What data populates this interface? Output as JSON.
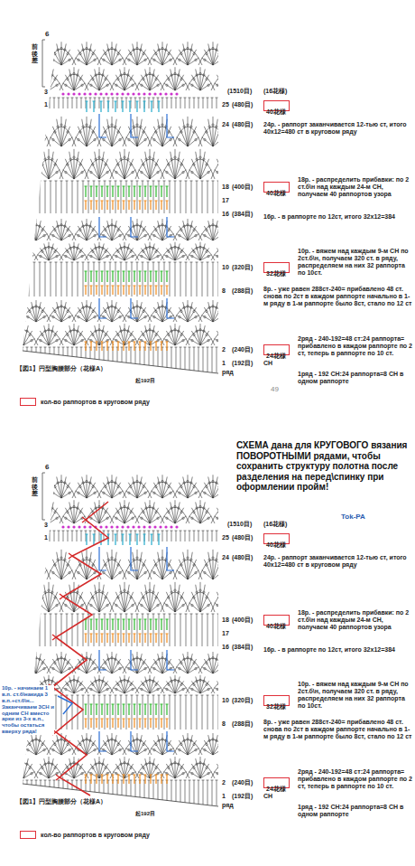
{
  "diagram": {
    "nodes": [
      {
        "text": [
          "40花様"
        ]
      },
      {
        "text": [
          "40花様"
        ]
      },
      {
        "text": [
          "32花様"
        ]
      },
      {
        "text": [
          "24花様"
        ]
      },
      {
        "text": [
          "40花様"
        ]
      },
      {
        "text": [
          "40花様"
        ]
      },
      {
        "text": [
          "32花様"
        ]
      },
      {
        "text": [
          "24花様"
        ]
      }
    ],
    "labels": [
      "6",
      "前後差",
      "3",
      "1",
      "(1510目)",
      "(16花様)",
      "25",
      "(480目)",
      "24",
      "(480目)",
      "24р. - раппорт заканчивается 12-тью ст, итого 40х12=480 ст в круговом ряду",
      "18",
      "(400目)",
      "18р. - распределить прибавки: по 2 ст.б\\н над каждым 24-м СН, получаем 40 раппортов узора",
      "17",
      "16",
      "(384目)",
      "16р. - в раппорте по 12ст, итого 32х12=384",
      "10",
      "(320目)",
      "10р. - вяжем над каждым 9-м СН по 2ст.б\\н, получаем 320 ст. в ряду, распределяем на них 32 раппорта по 10ст.",
      "8",
      "(288目)",
      "8р. - уже равен 288ст-240= прибавлено 48 ст. снова по 2ст в каждом раппорте начально в 1-м ряду в 1-м раппорте было 8ст, стало по 12 ст",
      "2",
      "(240目)",
      "2ряд - 240-192=48 ст:24 раппорта= прибавлено в каждом раппорте по 2 ст, теперь в раппорте по 10 ст.",
      "1",
      "(192目)",
      "CH",
      "ряд",
      "1ряд - 192 СН:24 раппорта=8 СН в одном раппорте",
      "【図1】円型胸腰部分（花様A）",
      "起192目",
      "49",
      "СХЕМА дана для КРУГОВОГО вязания ПОВОРОТНЫМИ рядами, чтобы сохранить структуру полотна после разделения на перед\\спинку при оформлении пройм!",
      "Tok-PA",
      "6",
      "前後差",
      "3",
      "1",
      "(1510目)",
      "(16花様)",
      "25",
      "(480目)",
      "24",
      "(480目)",
      "24р. - раппорт заканчивается 12-тью ст, итого 40х12=480 ст в круговом ряду",
      "18",
      "(400目)",
      "18р. - распределить прибавки: по 2 ст.б\\н над каждым 24-м СН, получаем 40 раппортов узора",
      "17",
      "16",
      "(384目)",
      "16р. - в раппорте по 12ст, итого 32х12=384",
      "10",
      "(320目)",
      "10р. - вяжем над каждым 9-м СН по 2ст.б\\н, получаем 320 ст. в ряду, распределяем на них 32 раппорта по 10ст.",
      "8",
      "(288目)",
      "8р. - уже равен 288ст-240= прибавлено 48 ст. снова по 2ст в каждом раппорте начально в 1-м ряду в 1-м раппорте было 8ст, стало по 12 ст",
      "2",
      "(240目)",
      "2ряд - 240-192=48 ст:24 раппорта= прибавлено в каждом раппорте по 2 ст, теперь в раппорте по 10 ст.",
      "1",
      "(192目)",
      "CH",
      "ряд",
      "1ряд - 192 СН:24 раппорта=8 СН в одном раппорте",
      "【図1】円型胸腰部分（花様A）",
      "起192目",
      "10р. - начинаем 1 в.п. ст.б\\накида 3 в.п.+ст.б\\н... Заканчиваем 3СН и одним СН вместо арки из 3-х в.п., чтобы остаться вверху ряда!"
    ],
    "legend": [
      {
        "text": "кол-во раппортов в круговом ряду",
        "color": "#e0303a"
      },
      {
        "text": "кол-во раппортов в круговом ряду",
        "color": "#e0303a"
      }
    ]
  }
}
